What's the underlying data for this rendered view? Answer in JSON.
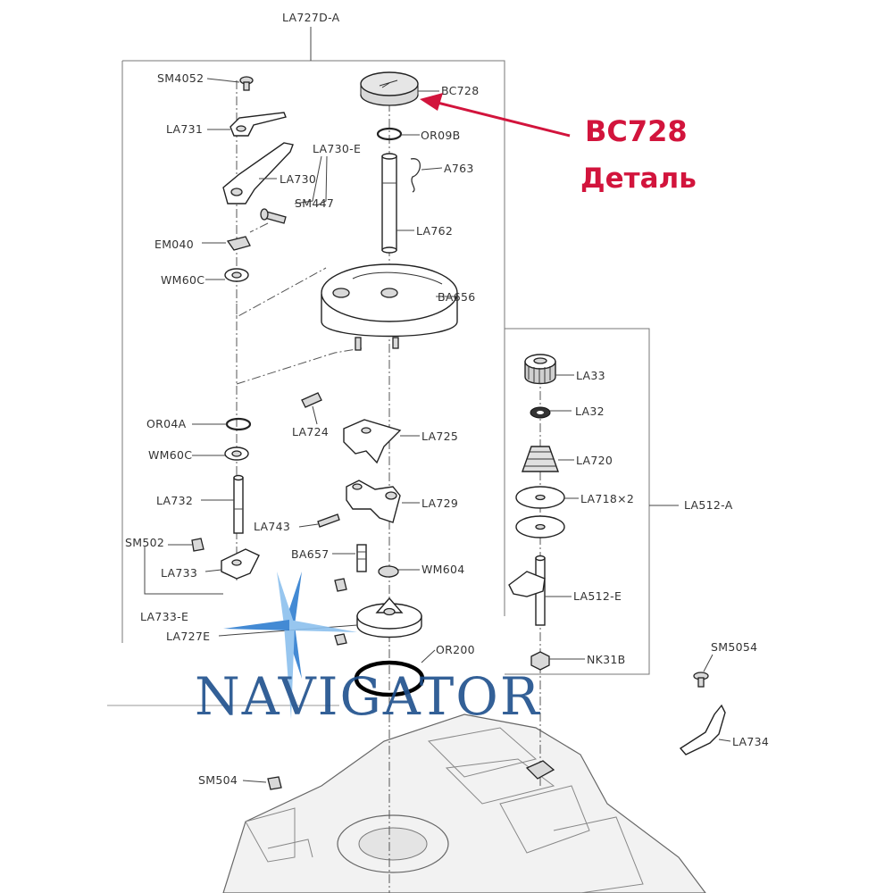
{
  "labels": {
    "la727d_a": "LA727D-A",
    "sm4052": "SM4052",
    "bc728": "BC728",
    "la731": "LA731",
    "or09b": "OR09B",
    "la730_e": "LA730-E",
    "a763": "A763",
    "la730": "LA730",
    "sm447": "SM447",
    "la762": "LA762",
    "em040": "EM040",
    "wm60c_top": "WM60C",
    "ba656": "BA656",
    "la33": "LA33",
    "or04a": "OR04A",
    "la724": "LA724",
    "la725": "LA725",
    "la32": "LA32",
    "wm60c_mid": "WM60C",
    "la720": "LA720",
    "la732": "LA732",
    "la729": "LA729",
    "la718x2": "LA718×2",
    "la512_a": "LA512-A",
    "la743": "LA743",
    "sm502": "SM502",
    "ba657": "BA657",
    "wm604": "WM604",
    "la733": "LA733",
    "la512_e": "LA512-E",
    "la733_e": "LA733-E",
    "la727e": "LA727E",
    "or200": "OR200",
    "nk31b": "NK31B",
    "sm5054": "SM5054",
    "la734": "LA734",
    "sm504": "SM504"
  },
  "callout": {
    "part": "BC728",
    "caption": "Деталь"
  },
  "watermark": {
    "text": "NAVIGATOR"
  },
  "colors": {
    "callout": "#d2143c",
    "watermark": "#1e4f8c",
    "star": "#3a8fd8"
  }
}
